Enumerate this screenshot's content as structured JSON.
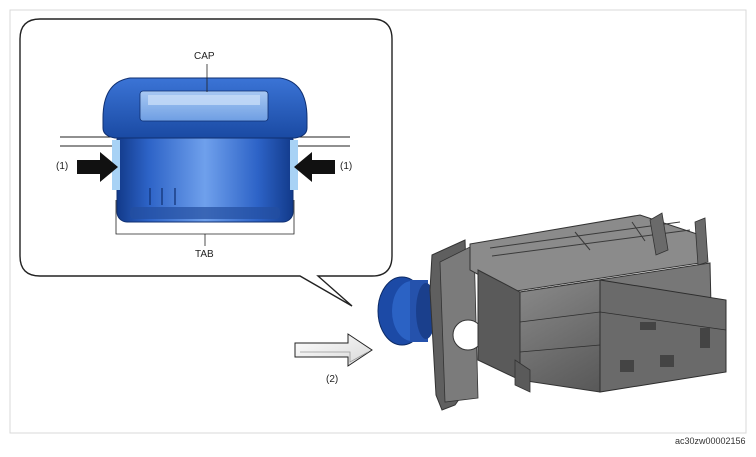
{
  "labels": {
    "cap": "CAP",
    "tab": "TAB",
    "arrow_1": "(1)",
    "arrow_2": "(2)"
  },
  "figure_id": "ac30zw00002156",
  "colors": {
    "part_blue": "#2d63c7",
    "part_blue_dark": "#123a8a",
    "part_blue_light": "#8fb6ee",
    "housing_gray": "#6d6d6d",
    "housing_dark": "#3d3d3d",
    "arrow_black": "#111111"
  }
}
